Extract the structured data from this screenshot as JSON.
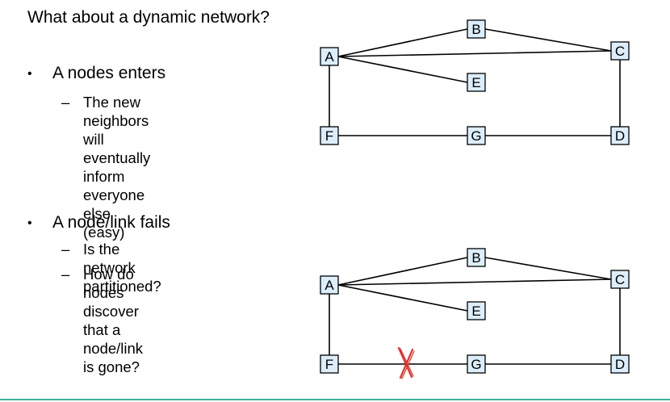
{
  "title": "What about a dynamic network?",
  "bullets": [
    {
      "symbol": "•",
      "text": "A nodes enters",
      "subs": [
        {
          "dash": "–",
          "lines": [
            "The new neighbors will",
            "eventually inform everyone",
            "else (easy)"
          ]
        }
      ]
    },
    {
      "symbol": "•",
      "text": "A node/link fails",
      "subs": [
        {
          "dash": "–",
          "lines": [
            "Is the network partitioned?"
          ]
        },
        {
          "dash": "–",
          "lines": [
            "How do nodes discover that a",
            "node/link is gone?"
          ]
        }
      ]
    }
  ],
  "diagrams": [
    {
      "nodes": [
        "A",
        "B",
        "C",
        "D",
        "E",
        "F",
        "G"
      ],
      "links": [
        [
          "A",
          "B"
        ],
        [
          "A",
          "C"
        ],
        [
          "A",
          "E"
        ],
        [
          "B",
          "C"
        ],
        [
          "C",
          "D"
        ],
        [
          "A",
          "F"
        ],
        [
          "F",
          "G"
        ],
        [
          "G",
          "D"
        ]
      ],
      "failed_links": []
    },
    {
      "nodes": [
        "A",
        "B",
        "C",
        "D",
        "E",
        "F",
        "G"
      ],
      "links": [
        [
          "A",
          "B"
        ],
        [
          "A",
          "C"
        ],
        [
          "A",
          "E"
        ],
        [
          "B",
          "C"
        ],
        [
          "C",
          "D"
        ],
        [
          "A",
          "F"
        ],
        [
          "F",
          "G"
        ],
        [
          "G",
          "D"
        ]
      ],
      "failed_links": [
        [
          "F",
          "G"
        ]
      ]
    }
  ],
  "colors": {
    "node_fill": "#dceefb",
    "failure_mark": "#e0302a",
    "footer_rule": "#3fb19b"
  },
  "icons": {
    "failure_mark": "red-x-icon"
  }
}
